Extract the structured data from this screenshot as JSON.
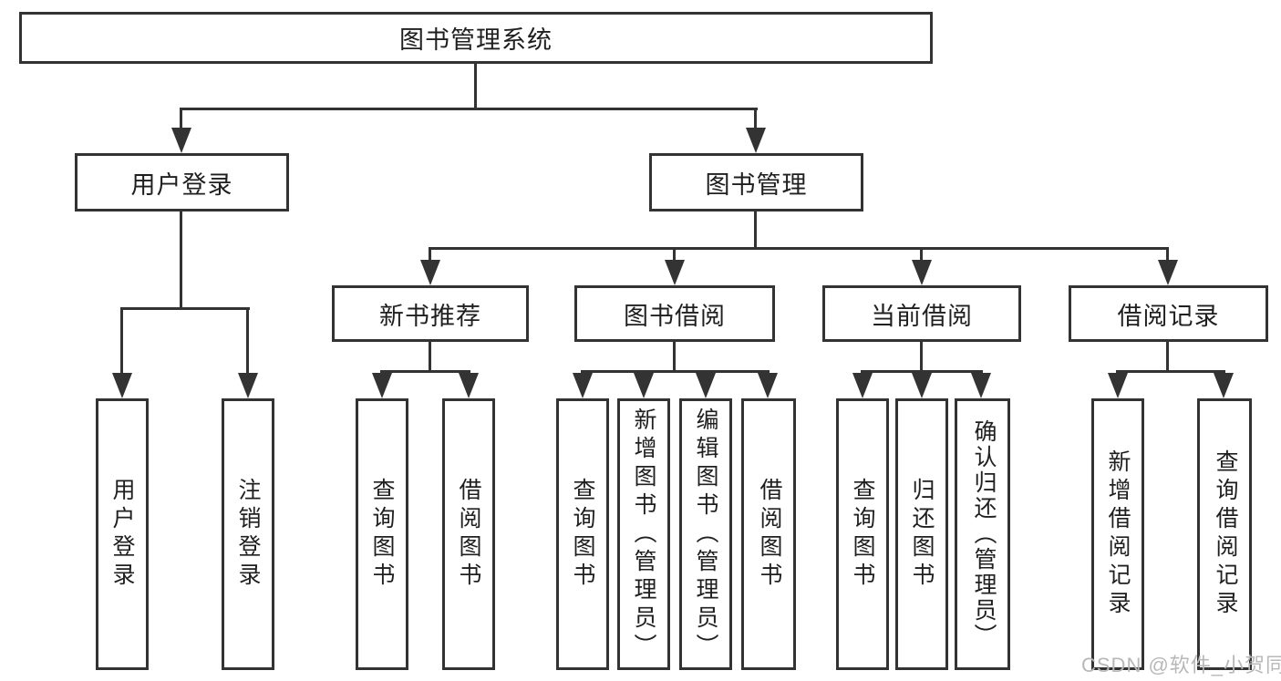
{
  "diagram": {
    "root": {
      "label": "图书管理系统"
    },
    "branches": [
      {
        "label": "用户登录",
        "children": [
          {
            "label": "用户登录"
          },
          {
            "label": "注销登录"
          }
        ]
      },
      {
        "label": "图书管理",
        "children": [
          {
            "label": "新书推荐",
            "children": [
              {
                "label": "查询图书"
              },
              {
                "label": "借阅图书"
              }
            ]
          },
          {
            "label": "图书借阅",
            "children": [
              {
                "label": "查询图书"
              },
              {
                "label": "新增图书（管理员）"
              },
              {
                "label": "编辑图书（管理员）"
              },
              {
                "label": "借阅图书"
              }
            ]
          },
          {
            "label": "当前借阅",
            "children": [
              {
                "label": "查询图书"
              },
              {
                "label": "归还图书"
              },
              {
                "label": "确认归还（管理员）"
              }
            ]
          },
          {
            "label": "借阅记录",
            "children": [
              {
                "label": "新增借阅记录"
              },
              {
                "label": "查询借阅记录"
              }
            ]
          }
        ]
      }
    ]
  },
  "watermark": {
    "text": "CSDN @软件_小贺同学"
  },
  "colors": {
    "line": "#333333",
    "text": "#1f1f1f",
    "watermark": "#b8b8b8",
    "background": "#ffffff"
  }
}
